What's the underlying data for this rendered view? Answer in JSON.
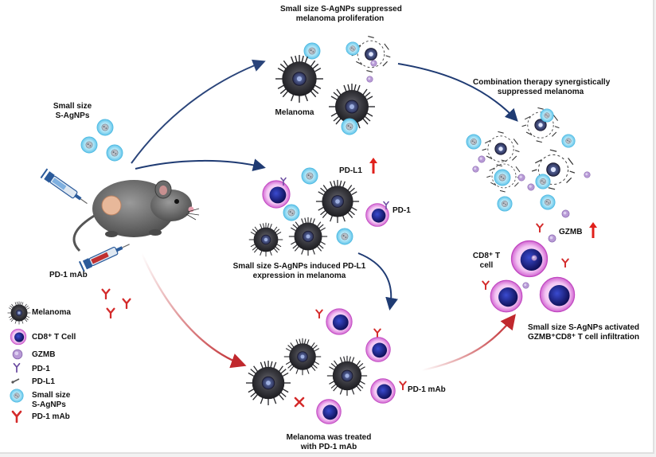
{
  "captions": {
    "small_prolif_1": "Small size S-AgNPs suppressed",
    "small_prolif_2": "melanoma proliferation",
    "combo_1": "Combination therapy synergistically",
    "combo_2": "suppressed melanoma",
    "small_size_1": "Small size",
    "small_size_2": "S-AgNPs",
    "melanoma": "Melanoma",
    "pdl1": "PD-L1",
    "pd1": "PD-1",
    "induced_1": "Small size S-AgNPs induced PD-L1",
    "induced_2": "expression in melanoma",
    "pd1_mab_mouse": "PD-1 mAb",
    "gzmb": "GZMB",
    "cd8_1": "CD8⁺ T",
    "cd8_2": "cell",
    "activated_1": "Small size S-AgNPs activated",
    "activated_2": "GZMB⁺CD8⁺ T cell infiltration",
    "pd1_mab_bottom": "PD-1 mAb",
    "treated_1": "Melanoma was treated",
    "treated_2": "with PD-1 mAb"
  },
  "legend": [
    {
      "label": "Melanoma",
      "icon": "melanoma-icon"
    },
    {
      "label": "CD8⁺ T Cell",
      "icon": "cd8-t-cell-icon"
    },
    {
      "label": "GZMB",
      "icon": "gzmb-icon"
    },
    {
      "label": "PD-1",
      "icon": "pd1-icon"
    },
    {
      "label": "PD-L1",
      "icon": "pdl1-icon"
    },
    {
      "label": "Small size",
      "label2": "S-AgNPs",
      "icon": "s-agnp-icon"
    },
    {
      "label": "PD-1 mAb",
      "icon": "pd1-mab-icon"
    }
  ],
  "colors": {
    "arrow_blue": "#1f3b73",
    "arrow_red": "#c0282d",
    "up_arrow": "#e0201b",
    "agnp": "#7fd3f0",
    "tcell_membrane": "#e07ae0",
    "tcell_nucleus": "#1a1a7a",
    "gzmb": "#b89ad6",
    "mab": "#d42a2a"
  }
}
